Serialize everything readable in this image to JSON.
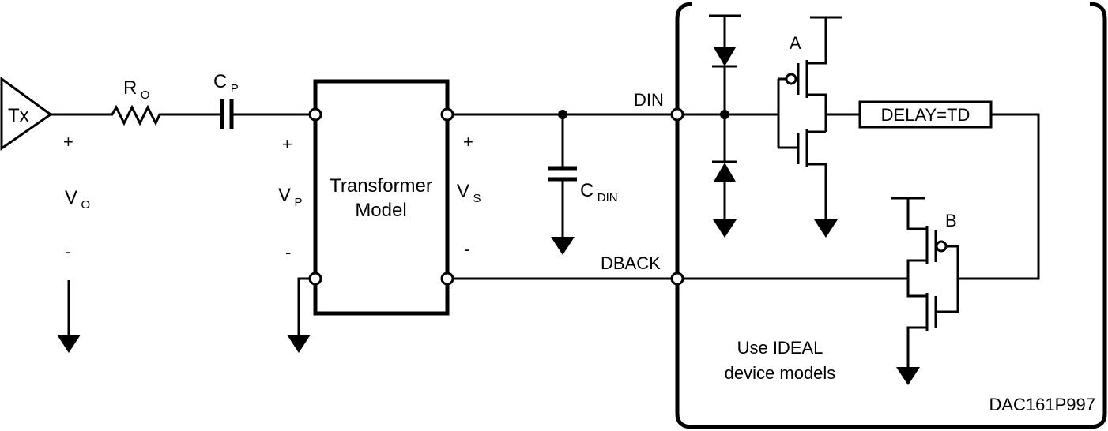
{
  "labels": {
    "tx": "Tx",
    "ro_main": "R",
    "ro_sub": "O",
    "cp_main": "C",
    "cp_sub": "P",
    "plus": "+",
    "minus": "-",
    "vo_main": "V",
    "vo_sub": "O",
    "vp_main": "V",
    "vp_sub": "P",
    "vs_main": "V",
    "vs_sub": "S",
    "transformer_line1": "Transformer",
    "transformer_line2": "Model",
    "cdin_main": "C",
    "cdin_sub": "DIN",
    "din": "DIN",
    "dback": "DBACK",
    "delay": "DELAY=TD",
    "transistor_a": "A",
    "transistor_b": "B",
    "note_line1": "Use IDEAL",
    "note_line2": "device models",
    "device": "DAC161P997"
  }
}
